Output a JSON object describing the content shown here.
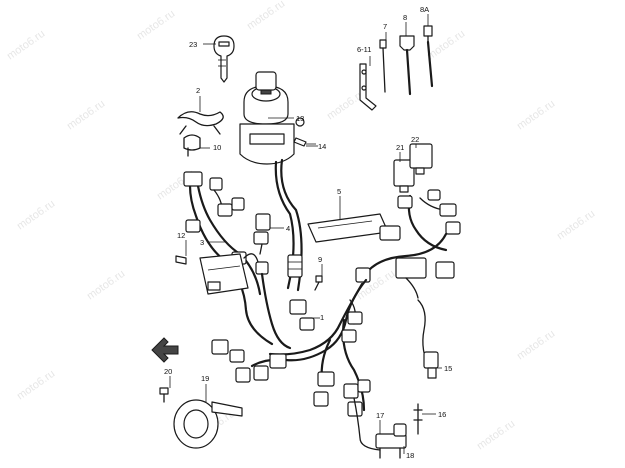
{
  "watermark": "moto6.ru",
  "callouts": {
    "p1": "1",
    "p2": "2",
    "p3": "3",
    "p4": "4",
    "p5": "5",
    "p6_11": "6-11",
    "p7": "7",
    "p8": "8",
    "p8a": "8A",
    "p9": "9",
    "p10": "10",
    "p12": "12",
    "p13": "13",
    "p14": "14",
    "p15": "15",
    "p16": "16",
    "p17": "17",
    "p18": "18",
    "p19": "19",
    "p20": "20",
    "p21": "21",
    "p22": "22",
    "p23": "23"
  },
  "colors": {
    "line": "#1a1a1a",
    "watermark": "#c9c9c9"
  }
}
